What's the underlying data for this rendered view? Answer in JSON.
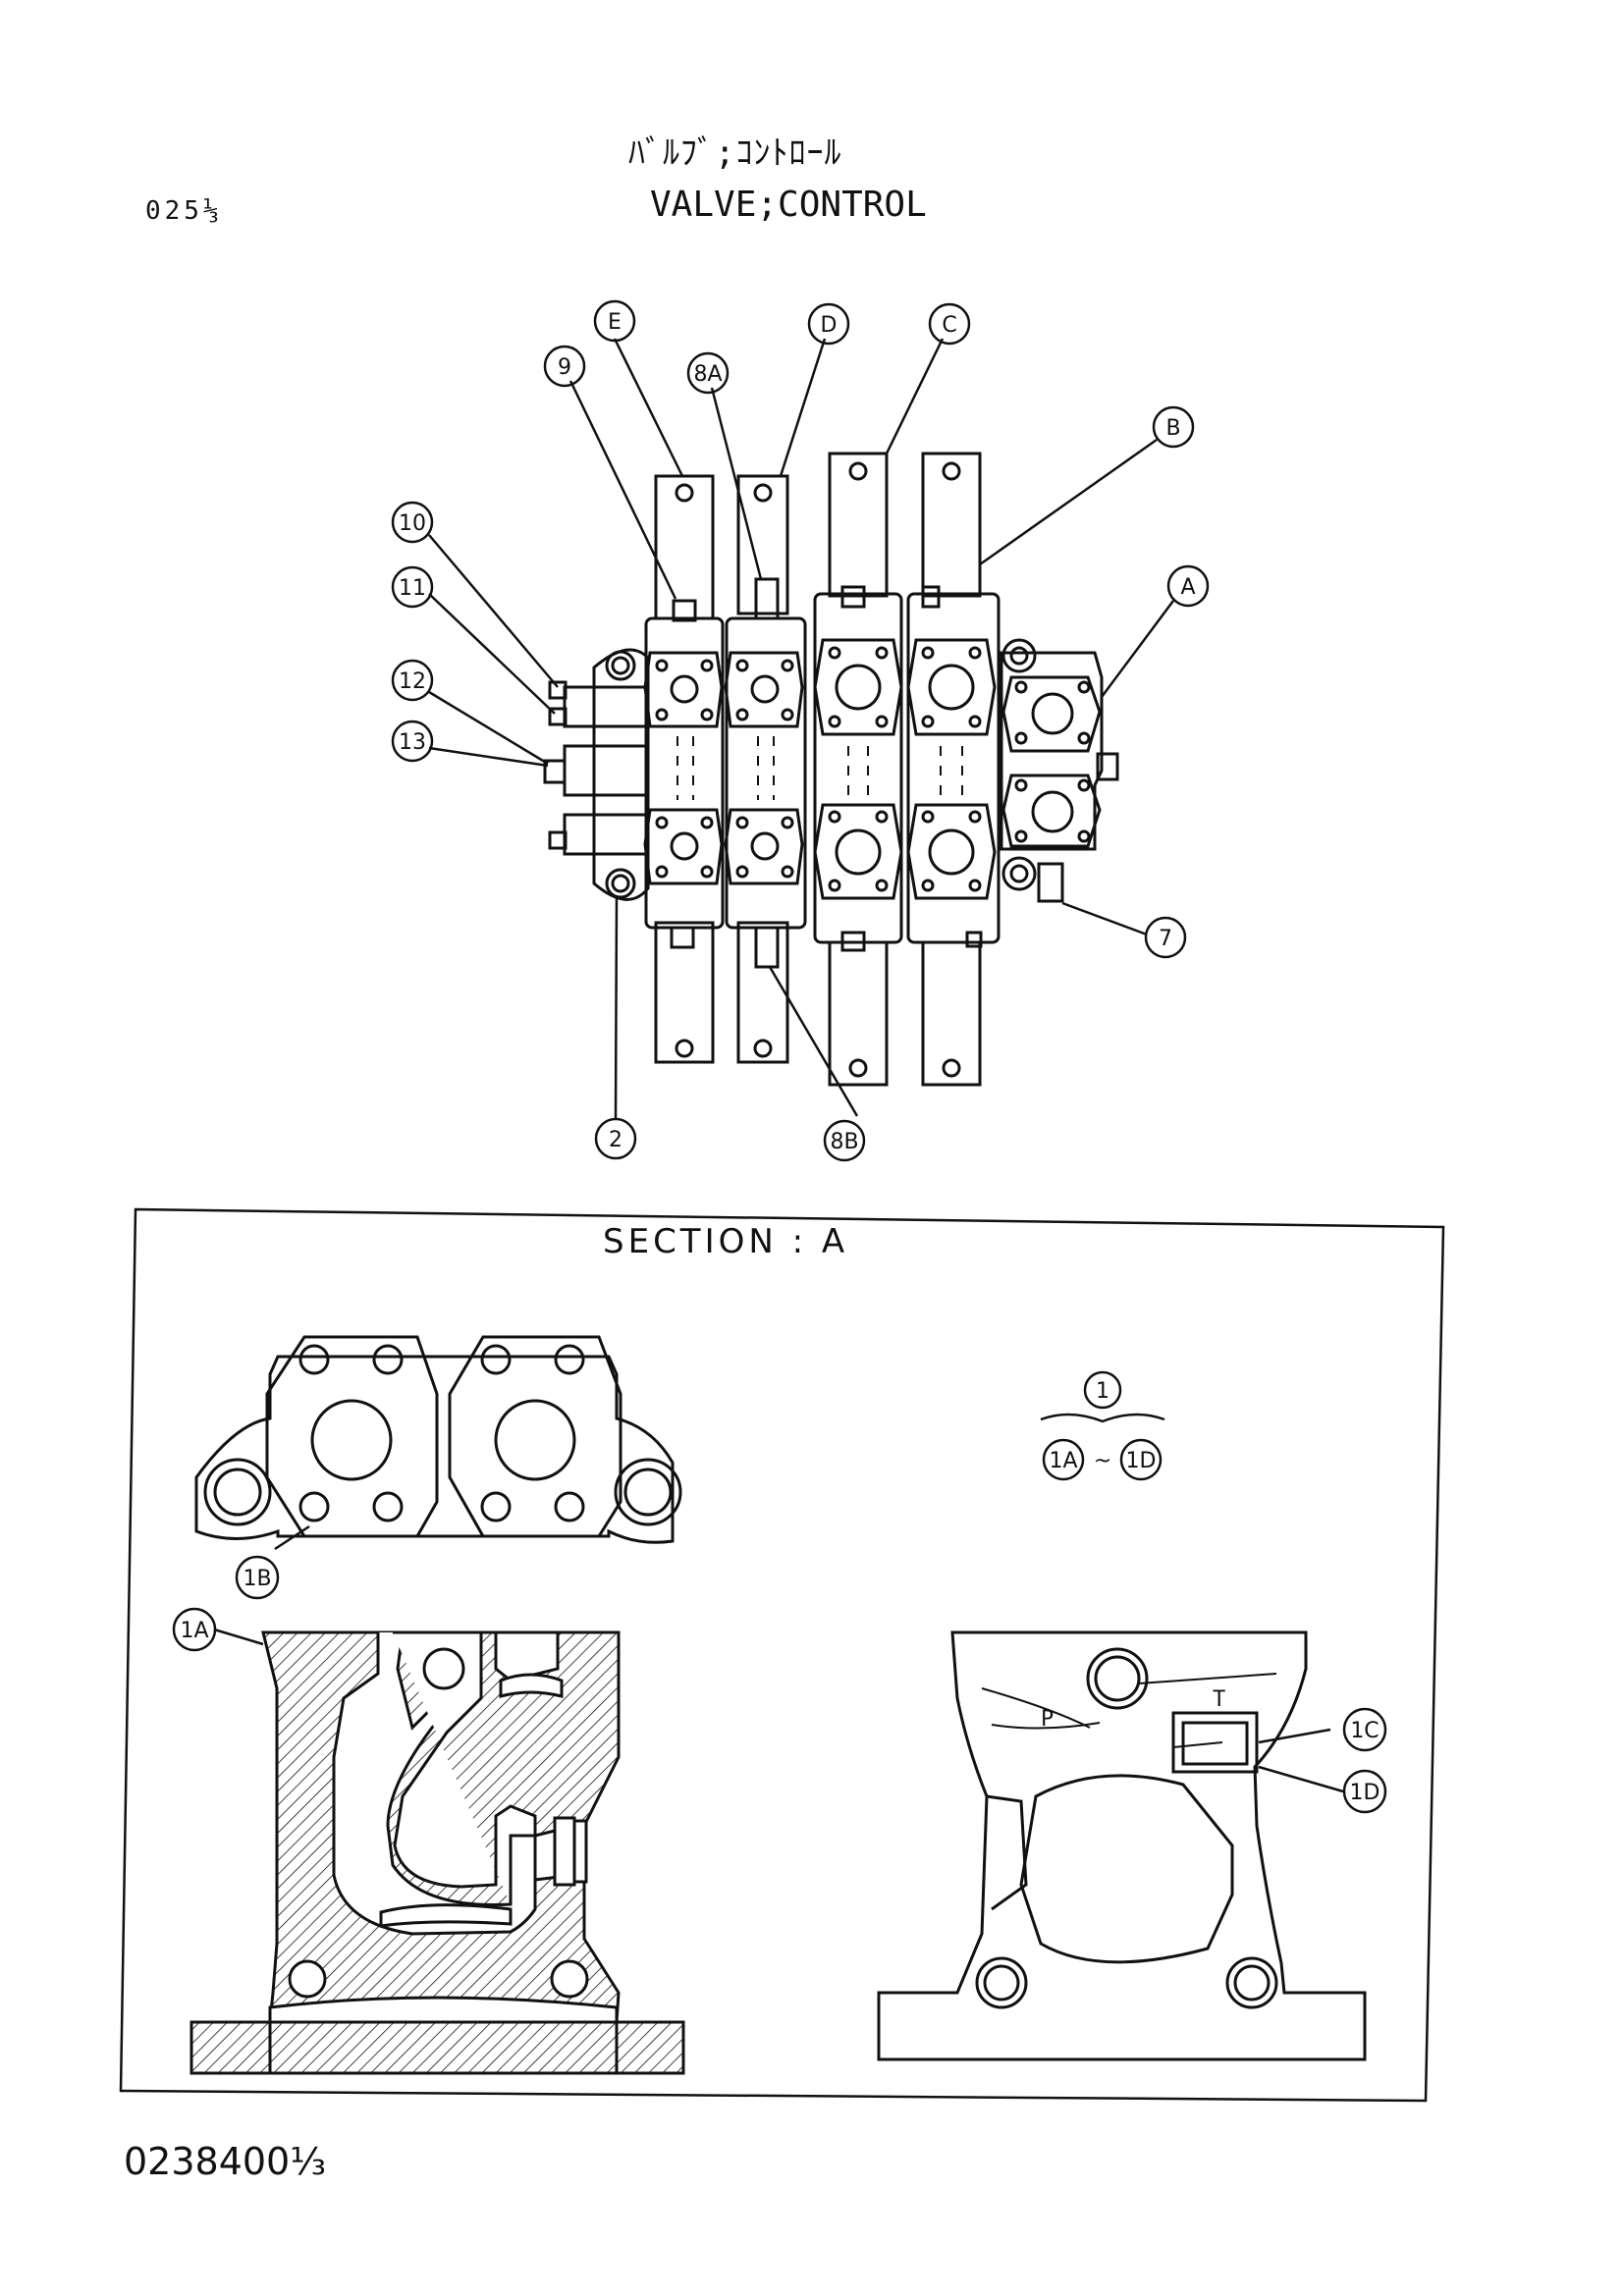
{
  "header": {
    "page_code": "025⅓",
    "title_japanese": "ﾊﾞﾙﾌﾞ;ｺﾝﾄﾛｰﾙ",
    "title_english": "VALVE;CONTROL"
  },
  "main_view": {
    "callouts": [
      "E",
      "9",
      "8A",
      "D",
      "C",
      "B",
      "10",
      "11",
      "12",
      "13",
      "A",
      "7",
      "2",
      "8B"
    ]
  },
  "section_view": {
    "title": "SECTION : A",
    "legend": {
      "top": "1",
      "left": "1A",
      "sep": "~",
      "right": "1D"
    },
    "callouts": [
      "1B",
      "1A",
      "1C",
      "1D"
    ],
    "port_labels": {
      "p": "P",
      "t": "T"
    }
  },
  "footer": {
    "doc_number": "0238400⅓"
  }
}
